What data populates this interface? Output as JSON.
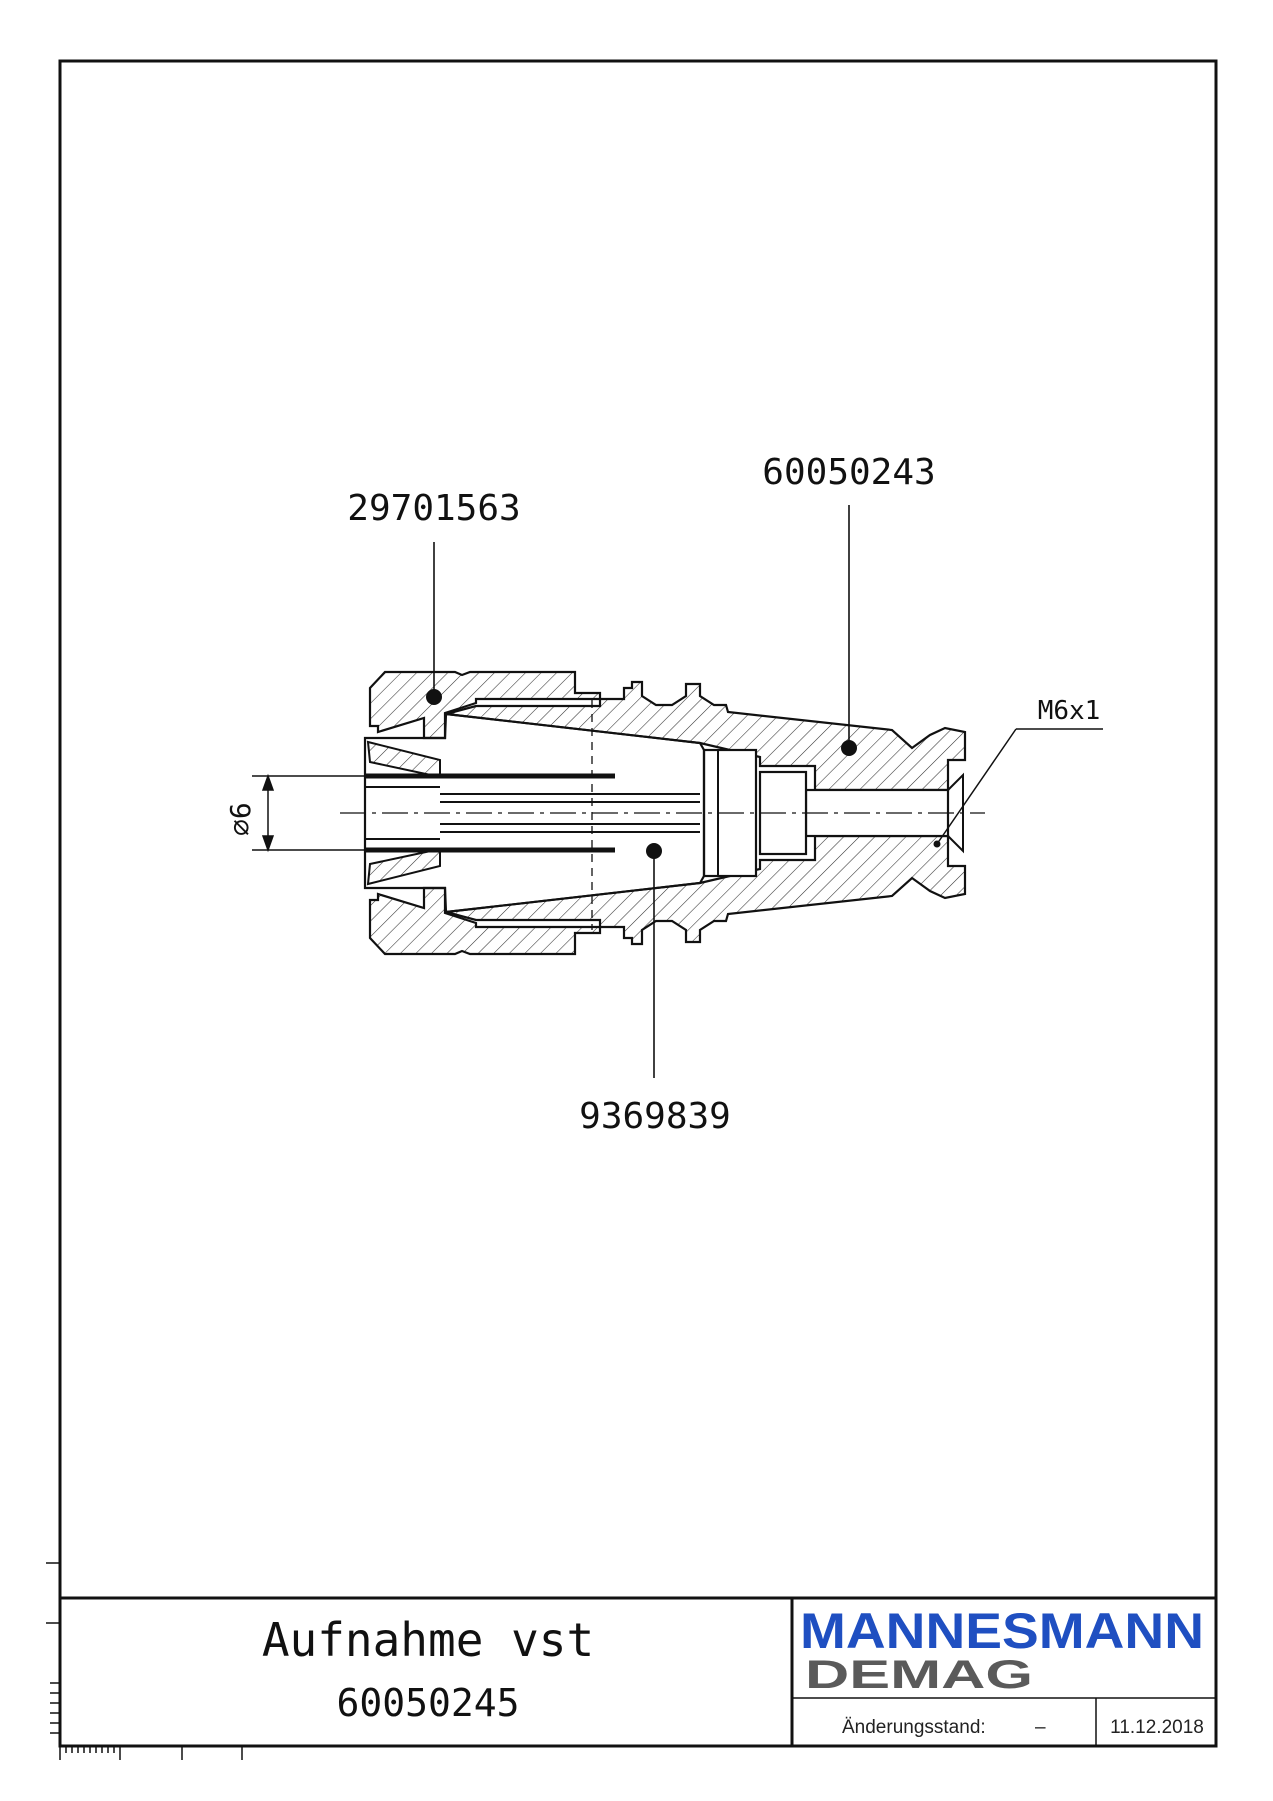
{
  "drawing": {
    "part_labels": {
      "nut": "29701563",
      "holder": "60050243",
      "collet": "9369839"
    },
    "thread_label": "M6x1",
    "diameter_label": "⌀6"
  },
  "title_block": {
    "title": "Aufnahme vst",
    "number": "60050245",
    "logo_line1": "MANNESMANN",
    "logo_line2": "DEMAG",
    "revision_label": "Änderungsstand:",
    "revision_value": "–",
    "date": "11.12.2018"
  },
  "colors": {
    "logo_blue": "#1f4fc1",
    "logo_gray": "#5a5a5a",
    "line": "#111111"
  }
}
